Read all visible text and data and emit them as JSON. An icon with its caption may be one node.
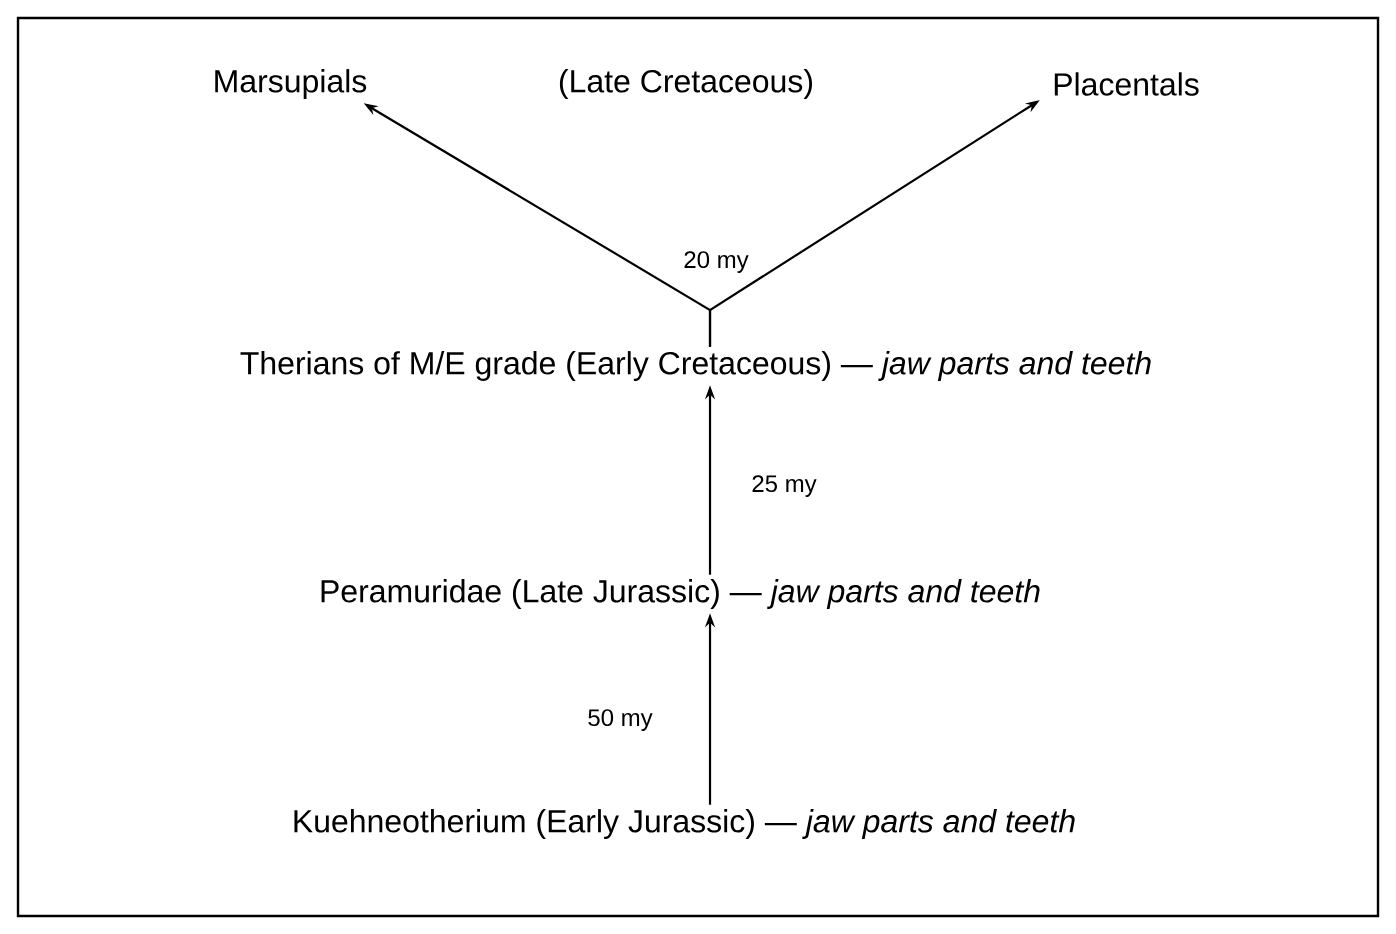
{
  "diagram": {
    "nodes": [
      {
        "text": [
          "Marsupials"
        ]
      },
      {
        "text": [
          "Placentals"
        ]
      },
      {
        "text": [
          "Therians of M/E grade (Early Cretaceous) — *jaw parts and teeth*"
        ]
      },
      {
        "text": [
          "Peramuridae (Late Jurassic) — *jaw parts and teeth*"
        ]
      },
      {
        "text": [
          "Kuehneotherium (Early Jurassic) — *jaw parts and teeth*"
        ]
      }
    ],
    "edges": [
      {
        "from": 2,
        "to": 0,
        "arrow": "to",
        "label": "20 my"
      },
      {
        "from": 2,
        "to": 1,
        "arrow": "to"
      },
      {
        "from": 3,
        "to": 2,
        "arrow": "to",
        "label": "25 my"
      },
      {
        "from": 4,
        "to": 3,
        "arrow": "to",
        "label": "50 my"
      }
    ],
    "labels": [
      "(Late Cretaceous)"
    ]
  }
}
